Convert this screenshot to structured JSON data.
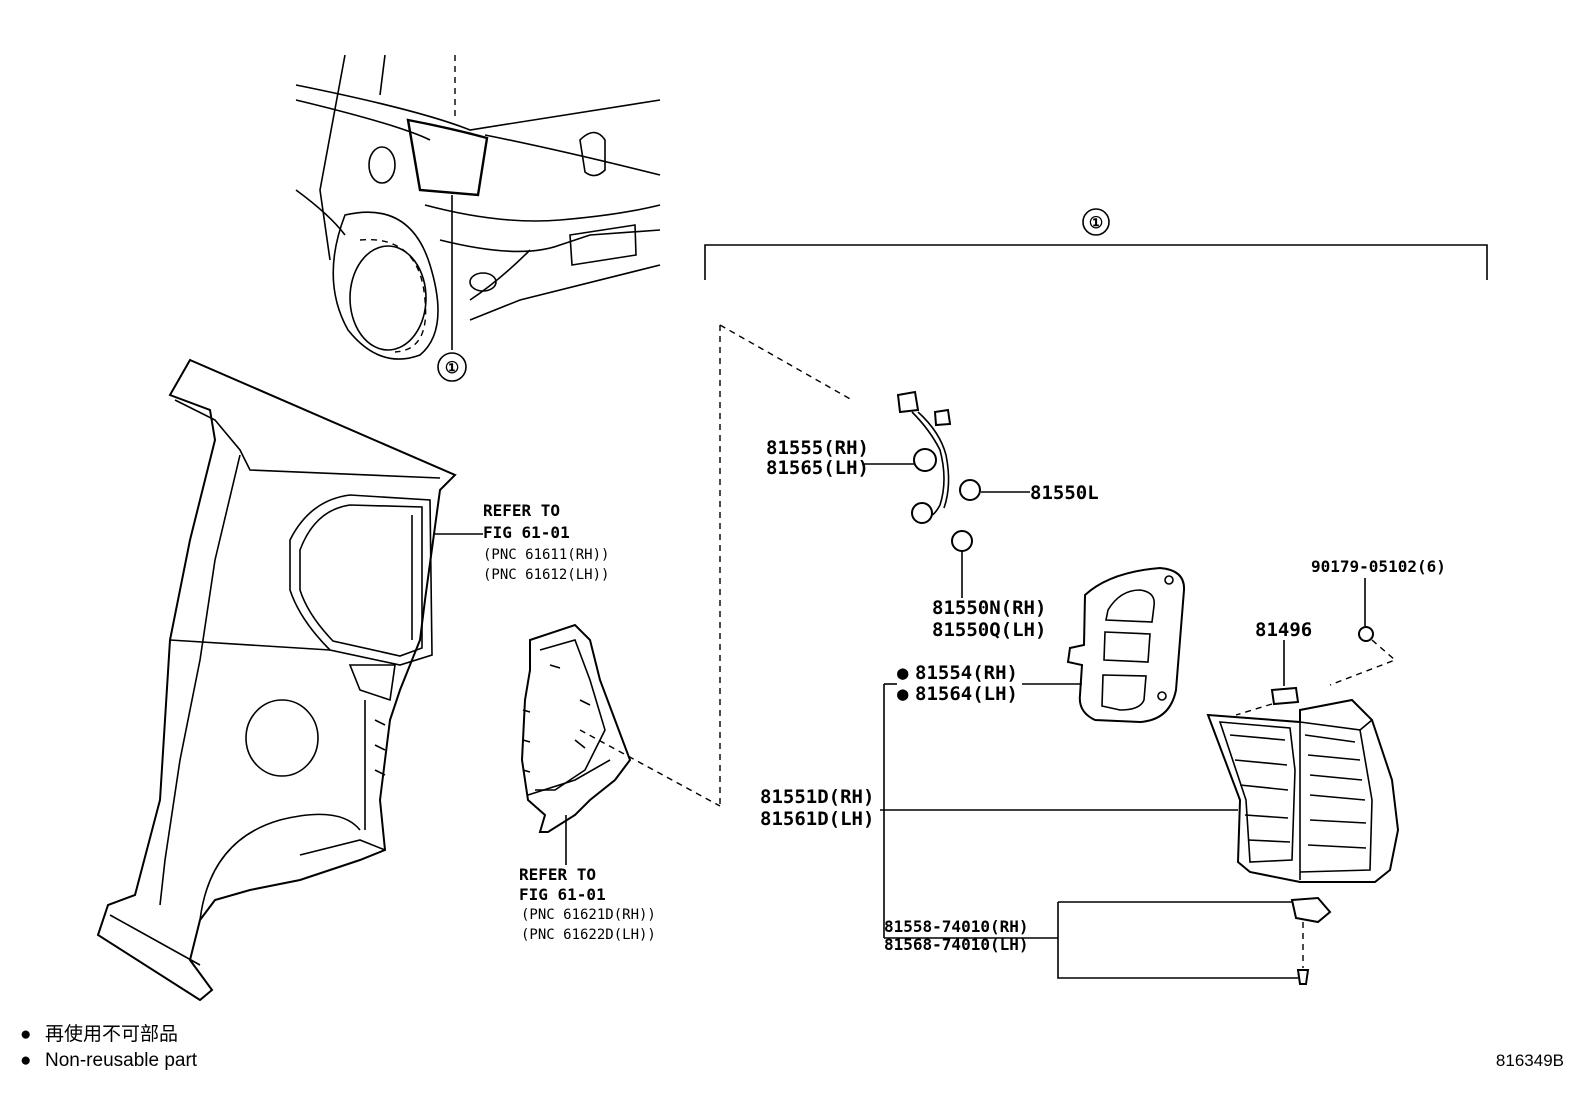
{
  "callout_symbol": "①",
  "refs": {
    "quarter_panel": {
      "line1": "REFER TO",
      "line2": "FIG 61-01",
      "pnc_rh": "(PNC 61611(RH))",
      "pnc_lh": "(PNC 61612(LH))"
    },
    "inner_panel": {
      "line1": "REFER TO",
      "line2": "FIG 61-01",
      "pnc_rh": "(PNC 61621D(RH))",
      "pnc_lh": "(PNC 61622D(LH))"
    }
  },
  "parts": {
    "p81555": "81555(RH)",
    "p81565": "81565(LH)",
    "p81550L": "81550L",
    "p81550N": "81550N(RH)",
    "p81550Q": "81550Q(LH)",
    "p90179": "90179-05102(6)",
    "p81496": "81496",
    "p81554": "81554(RH)",
    "p81564": "81564(LH)",
    "p81551D": "81551D(RH)",
    "p81561D": "81561D(LH)",
    "p81558": "81558-74010(RH)",
    "p81568": "81568-74010(LH)"
  },
  "legend": {
    "bullet": "●",
    "japanese": "再使用不可部品",
    "english": "Non-reusable part"
  },
  "figure_code": "816349B"
}
